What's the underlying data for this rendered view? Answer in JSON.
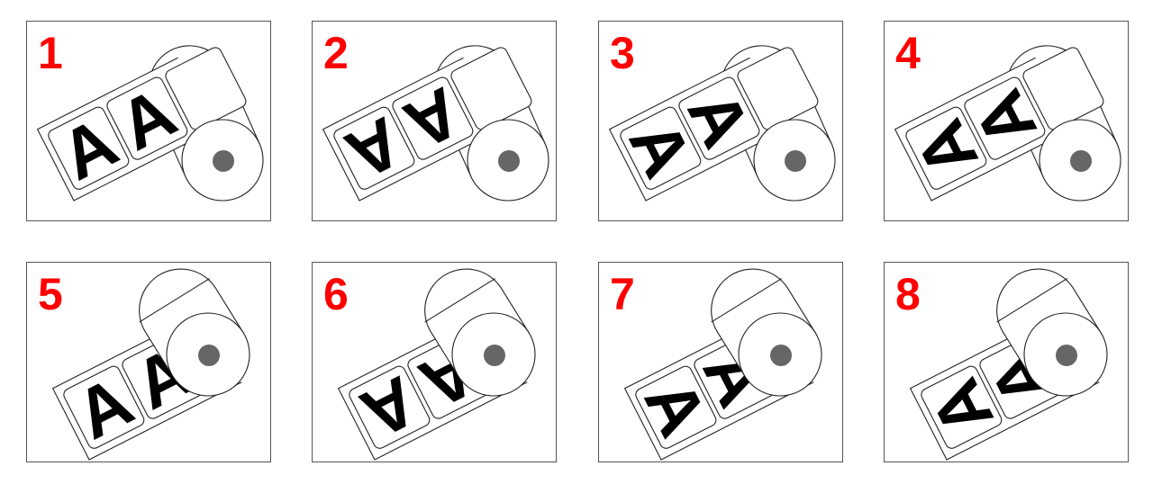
{
  "figure": {
    "title": "Label roll winding orientations",
    "label_letter": "A",
    "number_color": "#ff0000",
    "stroke_color": "#222222",
    "core_color": "#666666",
    "panels": [
      {
        "number": "1",
        "winding": "outside",
        "letter_orientation": "upright"
      },
      {
        "number": "2",
        "winding": "outside",
        "letter_orientation": "inverted"
      },
      {
        "number": "3",
        "winding": "outside",
        "letter_orientation": "top-toward-roll"
      },
      {
        "number": "4",
        "winding": "outside",
        "letter_orientation": "top-away-from-roll"
      },
      {
        "number": "5",
        "winding": "inside",
        "letter_orientation": "upright"
      },
      {
        "number": "6",
        "winding": "inside",
        "letter_orientation": "inverted"
      },
      {
        "number": "7",
        "winding": "inside",
        "letter_orientation": "top-toward-roll"
      },
      {
        "number": "8",
        "winding": "inside",
        "letter_orientation": "top-away-from-roll"
      }
    ]
  }
}
